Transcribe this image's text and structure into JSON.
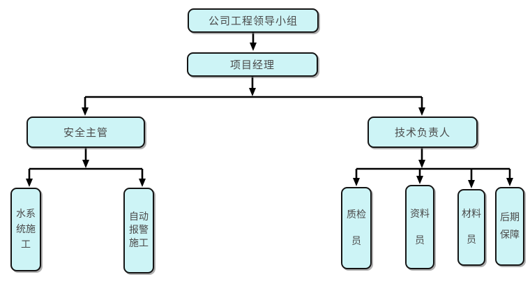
{
  "colors": {
    "node_fill": "#cdf4f6",
    "node_border": "#141414",
    "connector": "#000000",
    "text": "#4a4a4a",
    "background": "#ffffff"
  },
  "nodes": {
    "leader": {
      "label": "公司工程领导小组"
    },
    "pm": {
      "label": "项目经理"
    },
    "safety": {
      "label": "安全主管"
    },
    "tech": {
      "label": "技术负责人"
    },
    "water": {
      "label": "水系统施工"
    },
    "alarm": {
      "label": "自动报警施工"
    },
    "qc": {
      "label": "质检员"
    },
    "doc": {
      "label": "资料员"
    },
    "mat": {
      "label": "材料员"
    },
    "support": {
      "label": "后期保障"
    }
  },
  "edges": [
    {
      "from": "公司工程领导小组",
      "to": "项目经理"
    },
    {
      "from": "项目经理",
      "to": "安全主管"
    },
    {
      "from": "项目经理",
      "to": "技术负责人"
    },
    {
      "from": "安全主管",
      "to": "水系统施工"
    },
    {
      "from": "安全主管",
      "to": "自动报警施工"
    },
    {
      "from": "技术负责人",
      "to": "质检员"
    },
    {
      "from": "技术负责人",
      "to": "资料员"
    },
    {
      "from": "技术负责人",
      "to": "材料员"
    },
    {
      "from": "技术负责人",
      "to": "后期保障"
    }
  ]
}
